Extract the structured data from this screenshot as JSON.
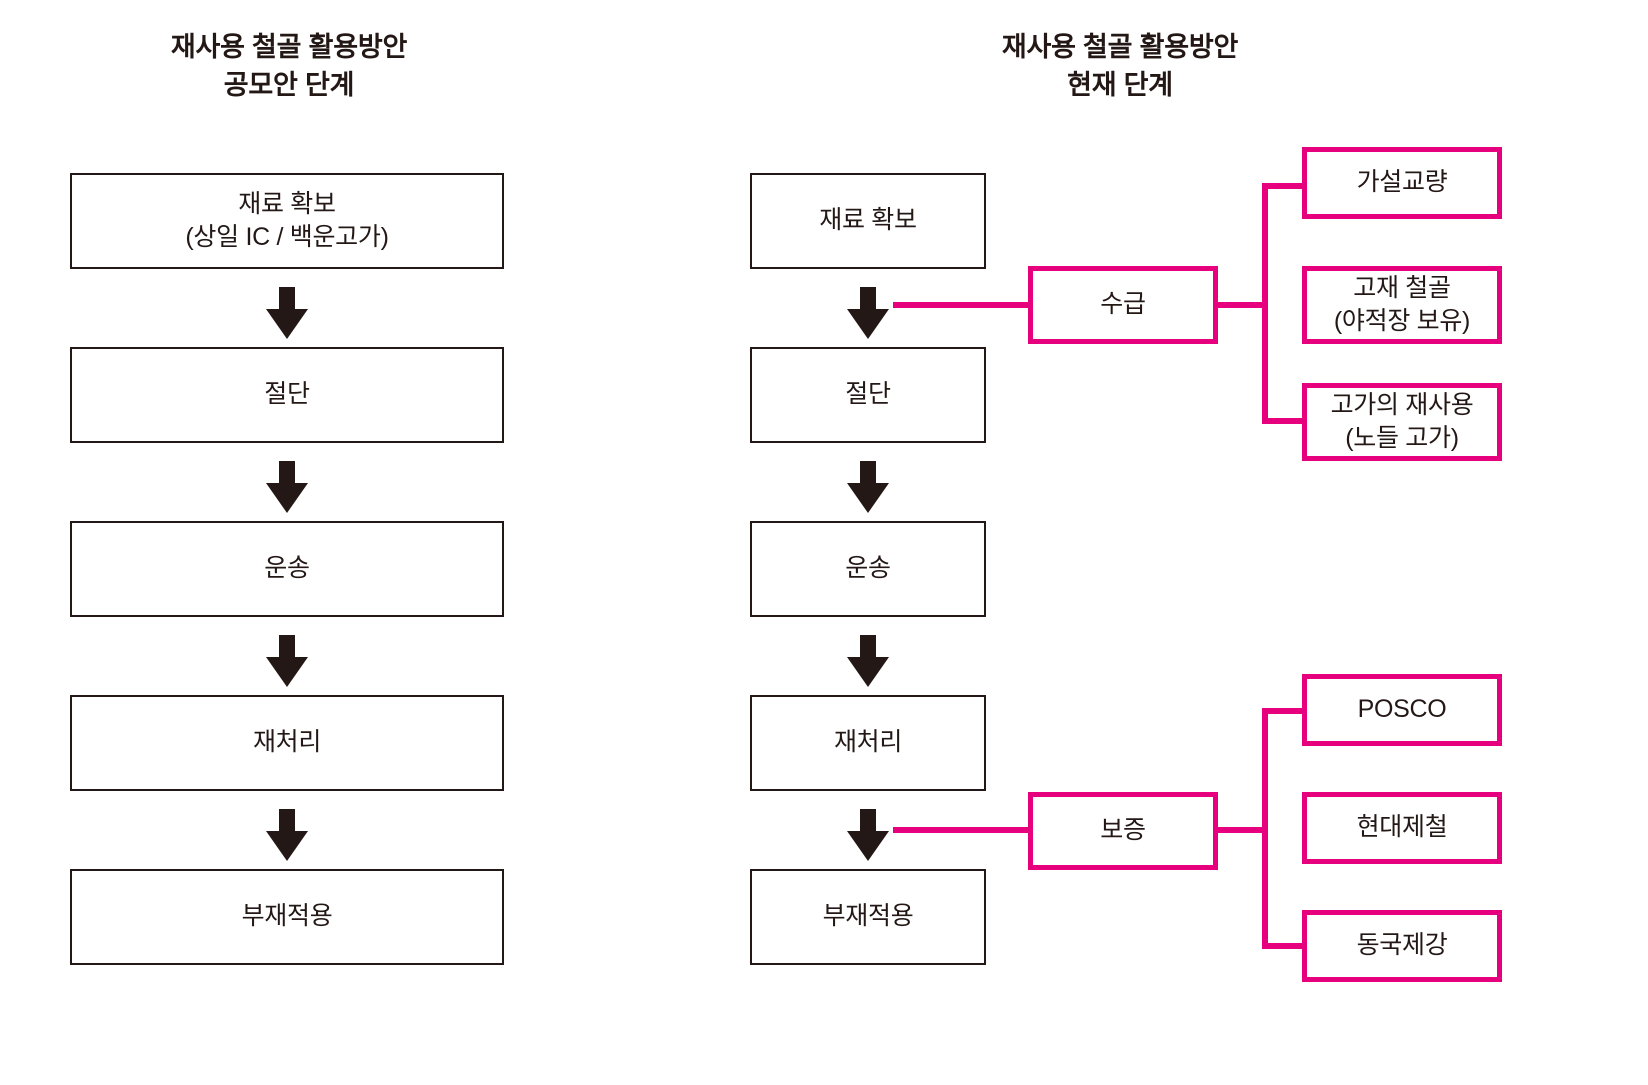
{
  "colors": {
    "outline": "#231815",
    "accent_pink": "#E6007E",
    "background": "#ffffff"
  },
  "diagram_data": {
    "type": "flowchart",
    "panels": [
      {
        "id": "proposal-stage",
        "title": "재사용 철골 활용방안\n공모안 단계",
        "flow": [
          "재료 확보\n(상일 IC / 백운고가)",
          "절단",
          "운송",
          "재처리",
          "부재적용"
        ],
        "branches": []
      },
      {
        "id": "current-stage",
        "title": "재사용 철골 활용방안\n현재 단계",
        "flow": [
          "재료 확보",
          "절단",
          "운송",
          "재처리",
          "부재적용"
        ],
        "branches": [
          {
            "label": "수급",
            "attached_to": "재료 확보",
            "children": [
              "가설교량",
              "고재 철골\n(야적장 보유)",
              "고가의 재사용\n(노들 고가)"
            ]
          },
          {
            "label": "보증",
            "attached_to": "재처리",
            "children": [
              "POSCO",
              "현대제철",
              "동국제강"
            ]
          }
        ]
      }
    ]
  },
  "left_panel": {
    "title": "재사용 철골 활용방안\n공모안 단계",
    "steps": [
      {
        "label": "재료 확보\n(상일 IC / 백운고가)"
      },
      {
        "label": "절단"
      },
      {
        "label": "운송"
      },
      {
        "label": "재처리"
      },
      {
        "label": "부재적용"
      }
    ]
  },
  "right_panel": {
    "title": "재사용 철골 활용방안\n현재 단계",
    "steps": [
      {
        "label": "재료 확보"
      },
      {
        "label": "절단"
      },
      {
        "label": "운송"
      },
      {
        "label": "재처리"
      },
      {
        "label": "부재적용"
      }
    ],
    "supply_branch": {
      "label": "수급",
      "options": [
        {
          "label": "가설교량"
        },
        {
          "label": "고재 철골\n(야적장 보유)"
        },
        {
          "label": "고가의 재사용\n(노들 고가)"
        }
      ]
    },
    "guarantee_branch": {
      "label": "보증",
      "options": [
        {
          "label": "POSCO"
        },
        {
          "label": "현대제철"
        },
        {
          "label": "동국제강"
        }
      ]
    }
  }
}
